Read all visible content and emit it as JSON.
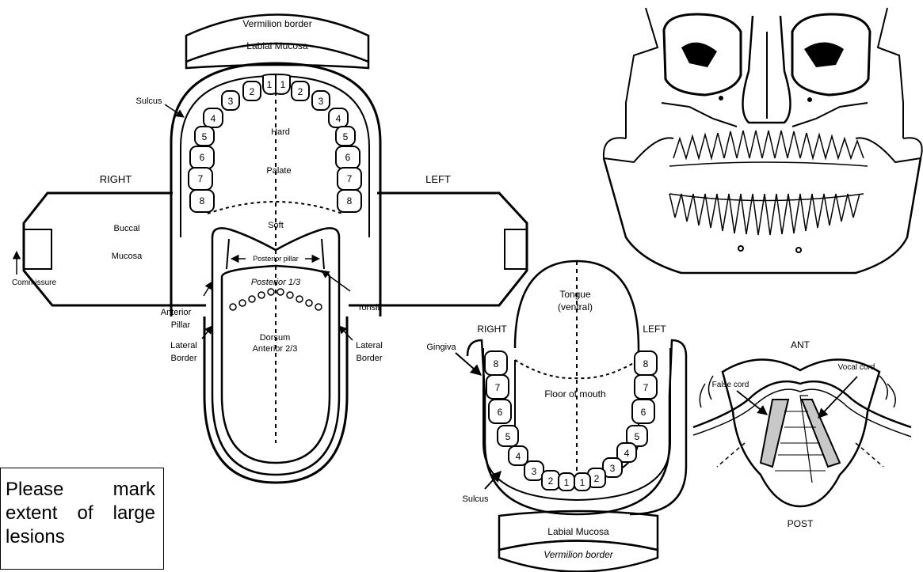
{
  "upper_chart": {
    "vermilion_border": "Vermilion border",
    "labial_mucosa": "Labial  Mucosa",
    "sulcus": "Sulcus",
    "right": "RIGHT",
    "left": "LEFT",
    "hard": "Hard",
    "palate": "Palate",
    "soft": "Soft",
    "buccal": "Buccal",
    "mucosa": "Mucosa",
    "commissure": "Commissure",
    "posterior_pillar": "Posterior pillar",
    "posterior_third": "Posterior 1/3",
    "tonsil": "Tonsil",
    "anterior": "Anterior",
    "pillar": "Pillar",
    "lateral": "Lateral",
    "border": "Border",
    "dorsum": "Dorsum",
    "anterior_two_thirds": "Anterior 2/3",
    "tooth_numbers": [
      "1",
      "2",
      "3",
      "4",
      "5",
      "6",
      "7",
      "8"
    ]
  },
  "lower_chart": {
    "right": "RIGHT",
    "left": "LEFT",
    "tongue": "Tongue",
    "ventral": "(ventral)",
    "gingiva": "Gingiva",
    "floor_of_mouth": "Floor  of  mouth",
    "sulcus": "Sulcus",
    "labial_mucosa": "Labial  Mucosa",
    "vermilion_border": "Vermilion border",
    "tooth_numbers": [
      "1",
      "2",
      "3",
      "4",
      "5",
      "6",
      "7",
      "8"
    ]
  },
  "larynx": {
    "ant": "ANT",
    "post": "POST",
    "false_cord": "False cord",
    "vocal_cord": "Vocal cord"
  },
  "note": {
    "text": "Please mark extent of large lesions"
  }
}
